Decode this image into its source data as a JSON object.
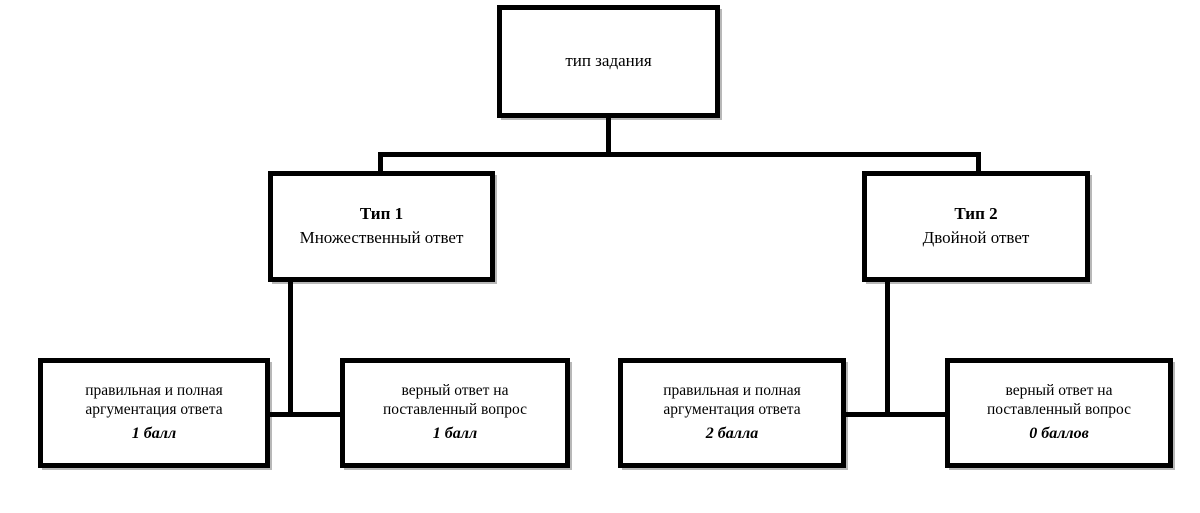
{
  "diagram": {
    "title_text": "тип задания",
    "orientation": "top-down-tree",
    "colors": {
      "box_fill": "#ffffff",
      "box_border": "#000000",
      "connector": "#000000",
      "text": "#000000",
      "background": "#ffffff"
    },
    "root": {
      "id": "root",
      "label": "тип задания"
    },
    "branches": [
      {
        "id": "type1",
        "heading": "Тип 1",
        "subtitle": "Множественный ответ",
        "children": [
          {
            "id": "leaf1",
            "line1": "правильная и полная",
            "line2": "аргументация ответа",
            "score": "1 балл"
          },
          {
            "id": "leaf2",
            "line1": "верный ответ на",
            "line2": "поставленный вопрос",
            "score": "1 балл"
          }
        ]
      },
      {
        "id": "type2",
        "heading": "Тип 2",
        "subtitle": "Двойной ответ",
        "children": [
          {
            "id": "leaf3",
            "line1": "правильная и полная",
            "line2": "аргументация ответа",
            "score": "2 балла"
          },
          {
            "id": "leaf4",
            "line1": "верный ответ на",
            "line2": "поставленный вопрос",
            "score": "0 баллов"
          }
        ]
      }
    ]
  }
}
